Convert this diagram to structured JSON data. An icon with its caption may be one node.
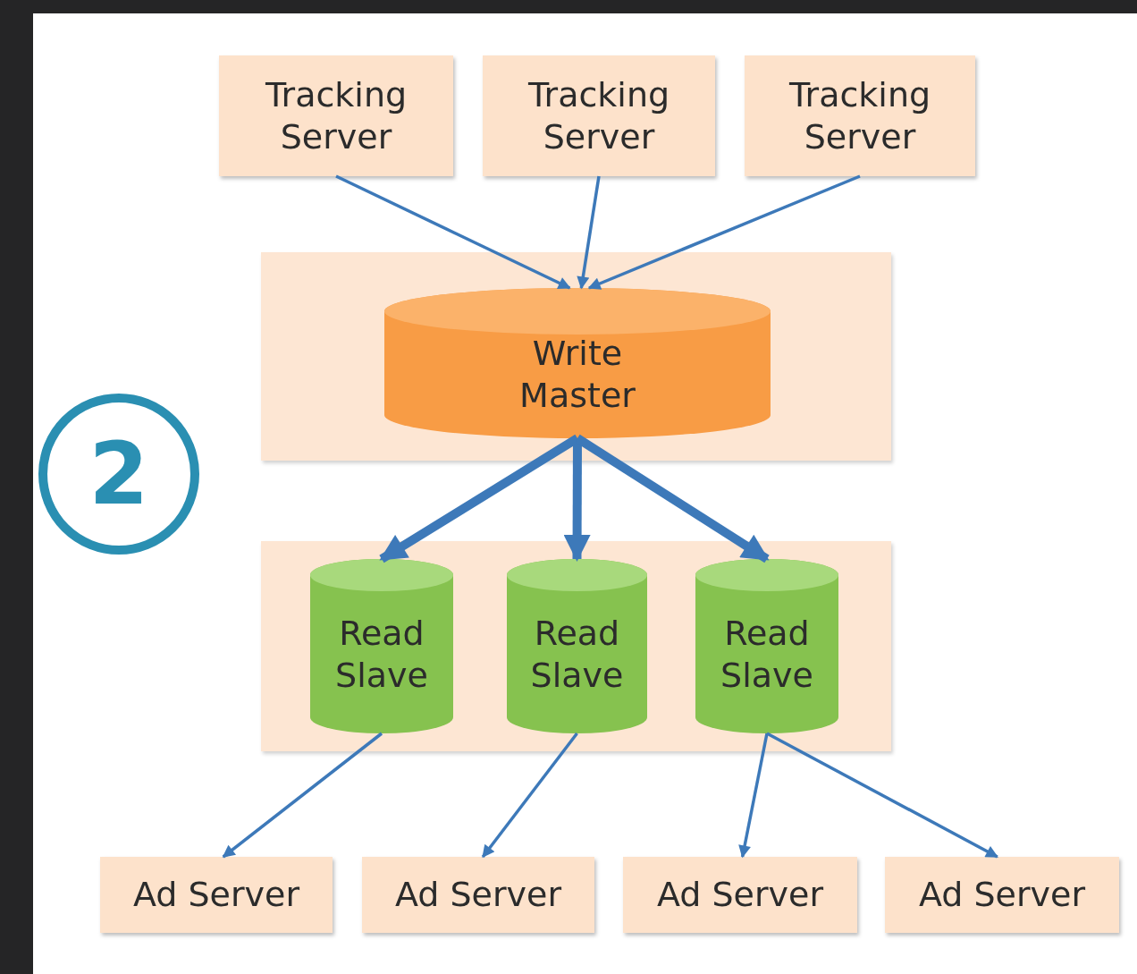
{
  "diagram": {
    "nodes": [
      {
        "text": [
          "Tracking Server"
        ]
      },
      {
        "text": [
          "Tracking Server"
        ]
      },
      {
        "text": [
          "Tracking Server"
        ]
      },
      {
        "text": [],
        "shape": "box"
      },
      {
        "text": [
          "Write Master"
        ],
        "in": 3
      },
      {
        "text": [],
        "shape": "box"
      },
      {
        "text": [
          "Read Slave"
        ],
        "in": 5
      },
      {
        "text": [
          "Read Slave"
        ],
        "in": 5
      },
      {
        "text": [
          "Read Slave"
        ],
        "in": 5
      },
      {
        "text": [
          "Ad Server"
        ]
      },
      {
        "text": [
          "Ad Server"
        ]
      },
      {
        "text": [
          "Ad Server"
        ]
      },
      {
        "text": [
          "Ad Server"
        ]
      },
      {
        "text": [
          "2"
        ]
      }
    ],
    "edges": [
      {
        "from": 0,
        "to": 4,
        "arrow": "to"
      },
      {
        "from": 1,
        "to": 4,
        "arrow": "to"
      },
      {
        "from": 2,
        "to": 4,
        "arrow": "to"
      },
      {
        "from": 4,
        "to": 6,
        "arrow": "to",
        "style": "thick"
      },
      {
        "from": 4,
        "to": 7,
        "arrow": "to",
        "style": "thick"
      },
      {
        "from": 4,
        "to": 8,
        "arrow": "to",
        "style": "thick"
      },
      {
        "from": 6,
        "to": 9,
        "arrow": "to"
      },
      {
        "from": 7,
        "to": 10,
        "arrow": "to"
      },
      {
        "from": 8,
        "to": 11,
        "arrow": "to"
      },
      {
        "from": 8,
        "to": 12,
        "arrow": "to"
      }
    ]
  }
}
